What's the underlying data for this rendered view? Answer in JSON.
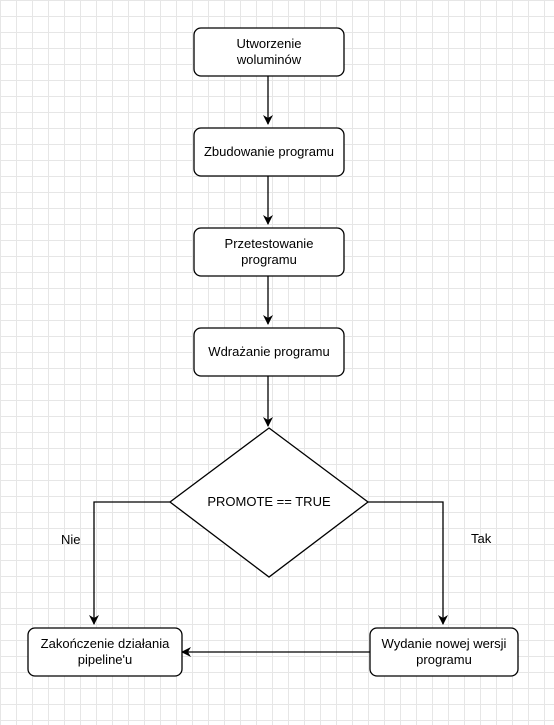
{
  "nodes": {
    "create_volumes": "Utworzenie\nwoluminów",
    "build": "Zbudowanie programu",
    "test": "Przetestowanie\nprogramu",
    "deploy": "Wdrażanie programu",
    "decision": "PROMOTE == TRUE",
    "end_pipeline": "Zakończenie działania\npipeline'u",
    "release": "Wydanie nowej wersji\nprogramu"
  },
  "edges": {
    "no_label": "Nie",
    "yes_label": "Tak"
  },
  "colors": {
    "stroke": "#000000",
    "fill": "#ffffff",
    "grid": "#e6e6e6"
  }
}
